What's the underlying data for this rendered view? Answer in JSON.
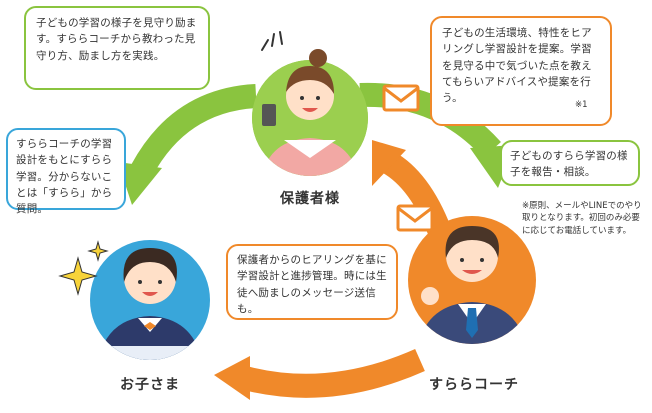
{
  "colors": {
    "green": "#8ac43f",
    "orange": "#f0892a",
    "blue": "#39a6da",
    "dark_blue": "#1f6fb2"
  },
  "bubbles": {
    "parent_feedback": "子どもの学習の様子を見守り励ます。すららコーチから教わった見守り方、励まし方を実践。",
    "coach_hearing": "子どもの生活環境、特性をヒアリングし学習設計を提案。学習を見守る中で気づいた点を教えてもらいアドバイスや提案を行う。",
    "note_mark": "※1",
    "child_study": "すららコーチの学習設計をもとにすらら学習。分からないことは「すらら」から質問。",
    "report": "子どものすらら学習の様子を報告・相談。",
    "coach_manage": "保護者からのヒアリングを基に学習設計と進捗管理。時には生徒へ励ましのメッセージ送信も。"
  },
  "note": "※原則、メールやLINEでのやり取りとなります。初回のみ必要に応じてお電話しています。",
  "labels": {
    "parent": "保護者様",
    "child": "お子さま",
    "coach": "すららコーチ"
  },
  "icons": [
    "mail-icon",
    "mail-icon",
    "sparkle-icon",
    "alert-lines-icon"
  ]
}
